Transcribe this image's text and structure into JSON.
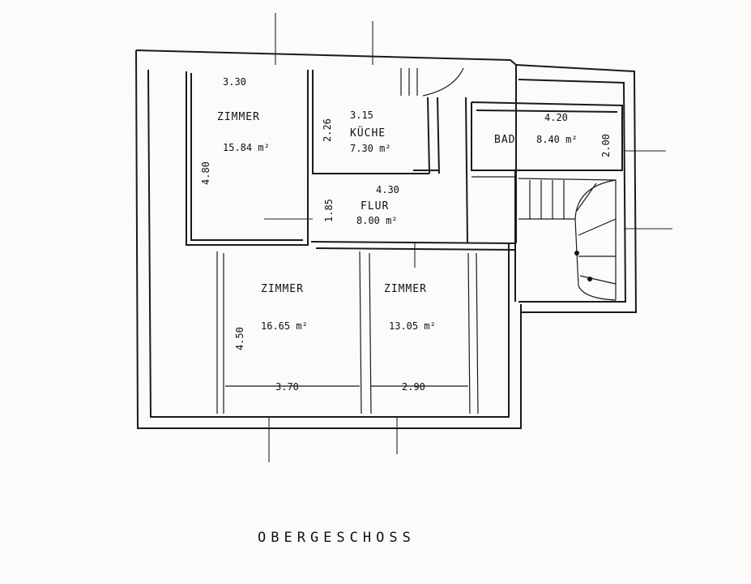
{
  "plan": {
    "title": "OBERGESCHOSS",
    "rooms": [
      {
        "name": "ZIMMER",
        "area": "15.84 m²",
        "width": "3.30",
        "depth": "4.80"
      },
      {
        "name": "KÜCHE",
        "area": "7.30 m²",
        "width": "3.15",
        "depth": "2.26"
      },
      {
        "name": "BAD",
        "area": "8.40 m²",
        "width": "4.20",
        "depth": "2.00"
      },
      {
        "name": "FLUR",
        "area": "8.00 m²",
        "width": "4.30",
        "depth": "1.85"
      },
      {
        "name": "ZIMMER",
        "area": "16.65 m²",
        "width": "3.70",
        "depth": "4.50"
      },
      {
        "name": "ZIMMER",
        "area": "13.05 m²",
        "width": "2.90"
      }
    ]
  }
}
